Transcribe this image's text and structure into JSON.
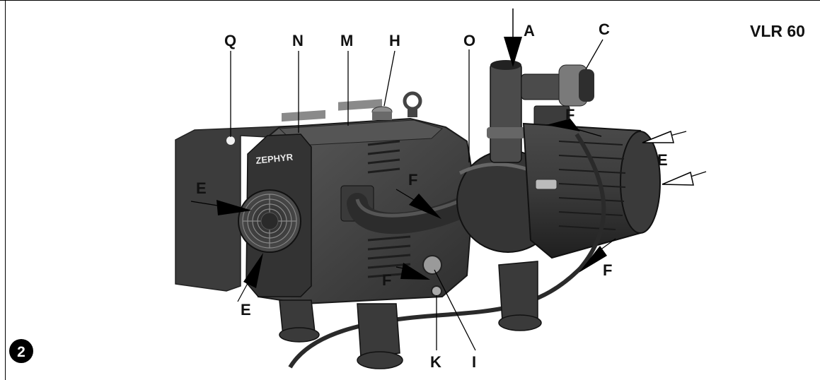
{
  "figure": {
    "model": "VLR 60",
    "figure_number": "2",
    "brand": "ZEPHYR"
  },
  "callouts": {
    "A": "A",
    "C": "C",
    "Q": "Q",
    "N": "N",
    "M": "M",
    "H": "H",
    "O": "O",
    "F_top": "F",
    "F_mid": "F",
    "F_low": "F",
    "F_right": "F",
    "E_left": "E",
    "E_bottom": "E",
    "E_right": "E",
    "K": "K",
    "I": "I"
  },
  "colors": {
    "pump_body": "#3f3f3f",
    "pump_dark": "#262626",
    "pump_light": "#5c5c5c",
    "line": "#000000"
  }
}
